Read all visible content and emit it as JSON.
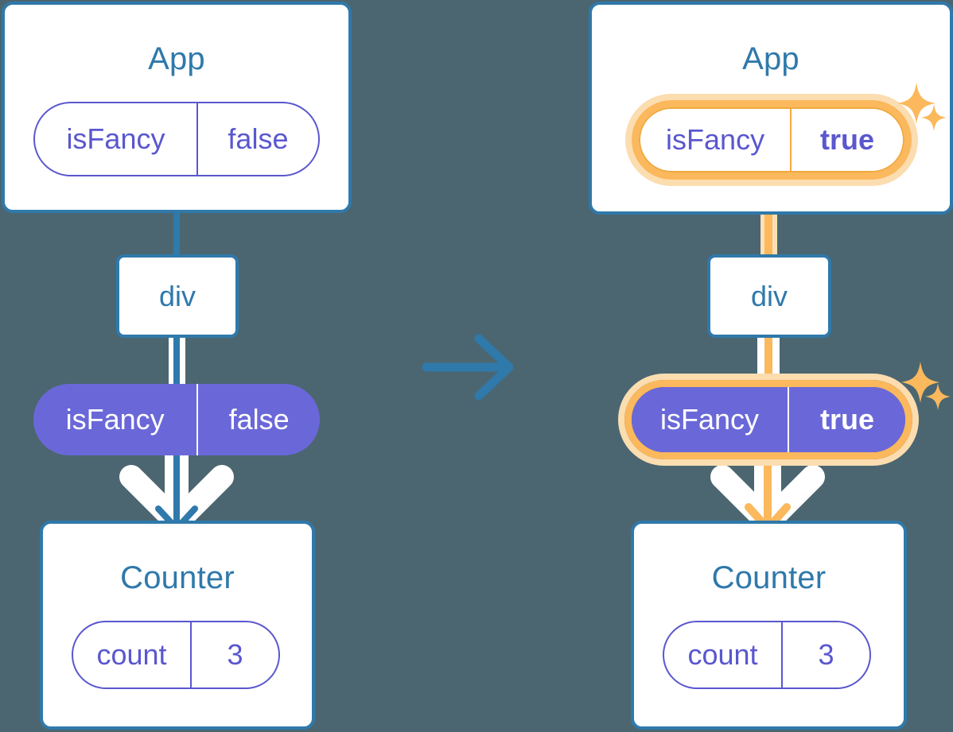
{
  "title": "React state propagation diagram",
  "colors": {
    "background": "#4b6670",
    "blue": "#2f79ab",
    "purple_text": "#5a57cf",
    "purple_fill": "#6a68d8",
    "orange": "#fbb85c",
    "orange_pale": "#fde0b6",
    "white": "#ffffff"
  },
  "before": {
    "app": {
      "title": "App",
      "state": {
        "name": "isFancy",
        "value": "false"
      }
    },
    "div": {
      "label": "div"
    },
    "prop_pill": {
      "name": "isFancy",
      "value": "false"
    },
    "counter": {
      "title": "Counter",
      "state": {
        "name": "count",
        "value": "3"
      }
    }
  },
  "transition": {
    "icon": "right-arrow-icon"
  },
  "after": {
    "app": {
      "title": "App",
      "state": {
        "name": "isFancy",
        "value": "true"
      },
      "highlighted": true,
      "sparkle": "sparkles-icon"
    },
    "div": {
      "label": "div"
    },
    "prop_pill": {
      "name": "isFancy",
      "value": "true",
      "highlighted": true,
      "sparkle": "sparkles-icon"
    },
    "counter": {
      "title": "Counter",
      "state": {
        "name": "count",
        "value": "3"
      }
    }
  }
}
